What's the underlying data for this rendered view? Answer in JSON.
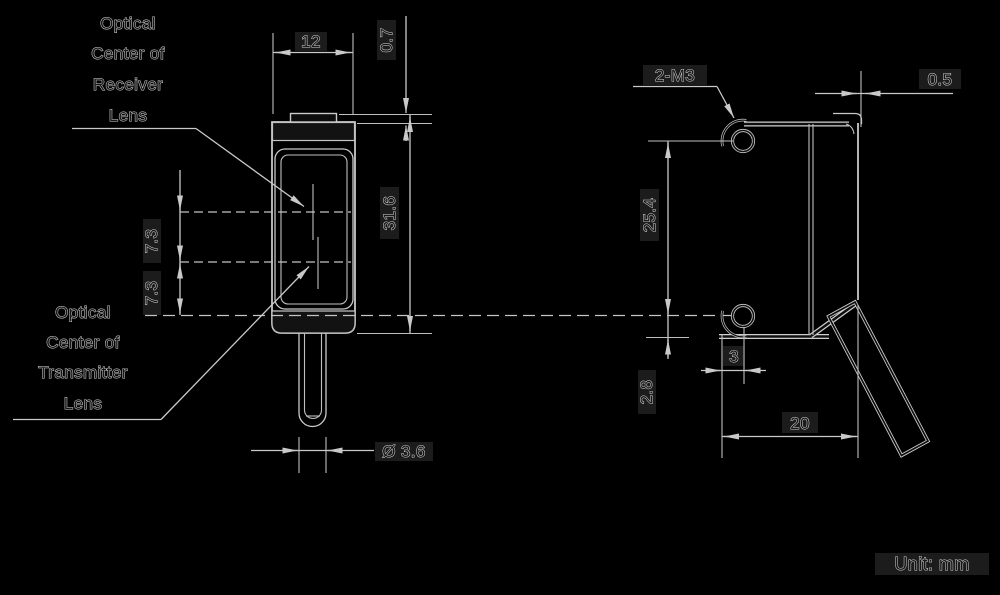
{
  "drawing": {
    "unit_note": "Unit: mm",
    "colors": {
      "background": "#000000",
      "line": "#c9c9c9",
      "dark_edge": "#0f0f0f",
      "text_outline": "#d6d6d6"
    },
    "front_view": {
      "receiver_label_lines": [
        "Optical",
        "Center of",
        "Receiver",
        "Lens"
      ],
      "transmitter_label_lines": [
        "Optical",
        "Center of",
        "Transmitter",
        "Lens"
      ],
      "width_dim": "12",
      "tab_height_dim": "0.7",
      "height_dim": "31.6",
      "receiver_spacing_dim": "7.3",
      "transmitter_spacing_dim": "7.3",
      "cable_diameter_dim": "Ø 3.6"
    },
    "side_view": {
      "mounting_holes_label": "2-M3",
      "tab_overhang_dim": "0.5",
      "hole_spacing_dim": "25.4",
      "hole_to_front_dim": "3",
      "hole_to_bottom_dim": "2.8",
      "depth_dim": "20"
    }
  }
}
